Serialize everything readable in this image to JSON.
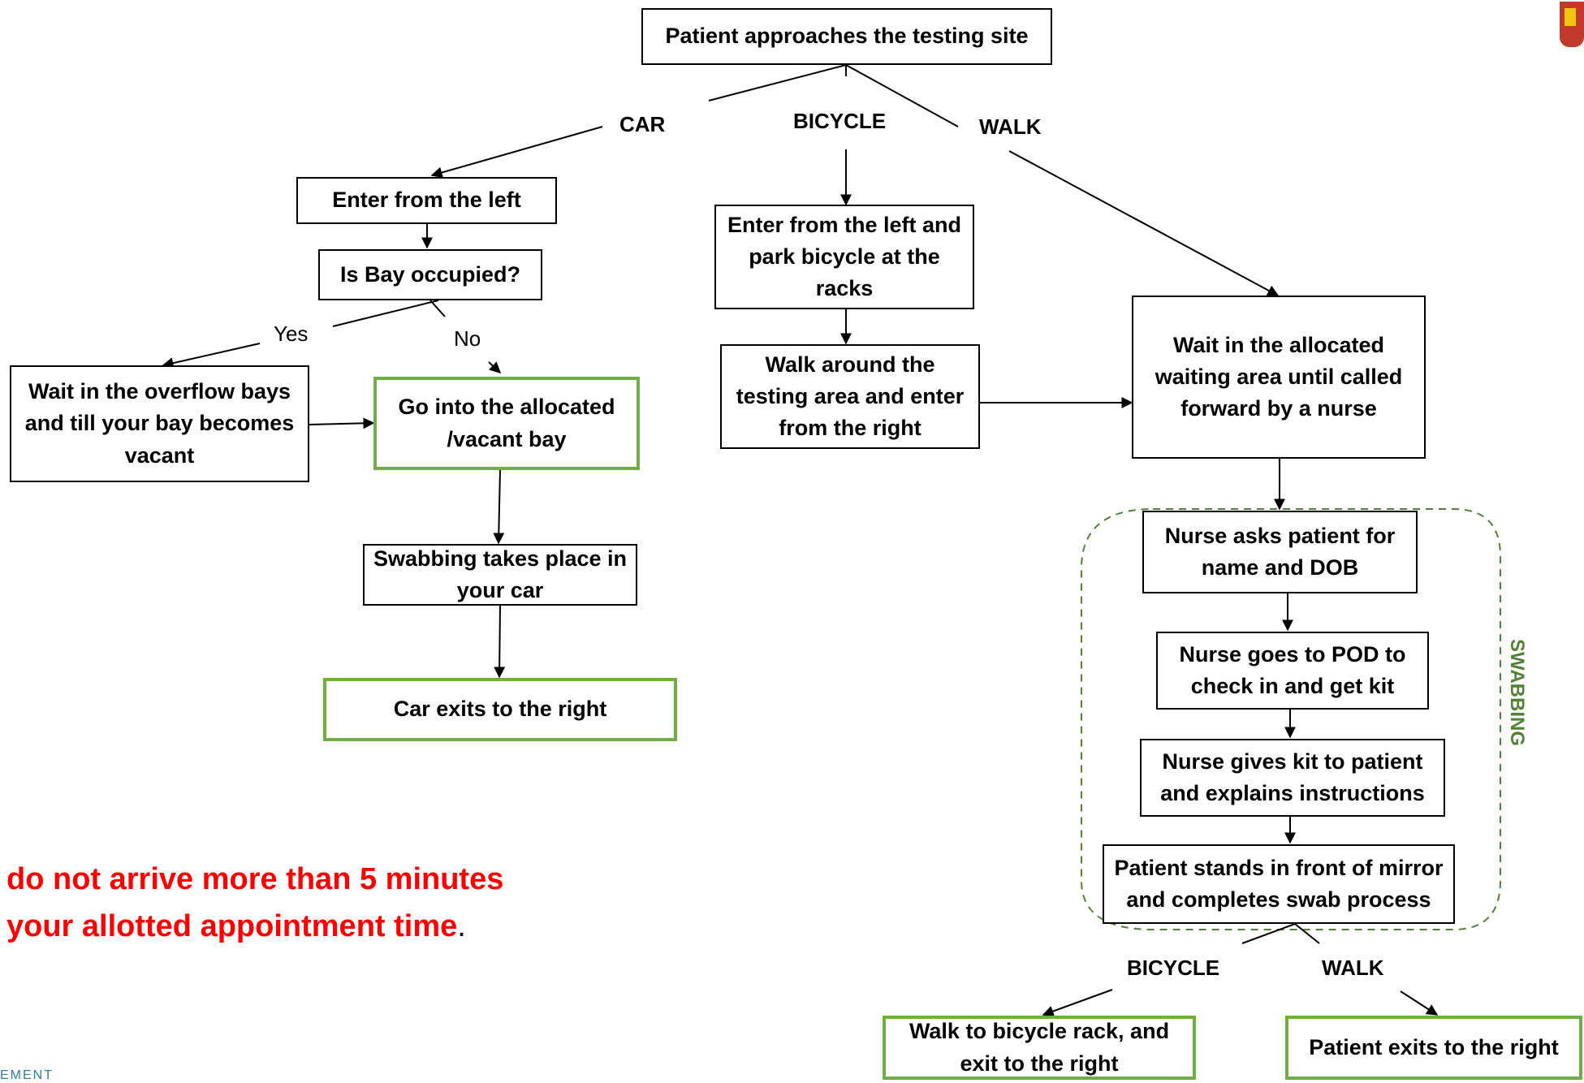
{
  "nodes": {
    "start": "Patient approaches the testing site",
    "car_enter": "Enter from the left",
    "bay_occupied": "Is Bay occupied?",
    "overflow": "Wait in the overflow bays and till your bay becomes vacant",
    "allocated_bay": "Go into the allocated /vacant bay",
    "swab_car": "Swabbing takes place in your car",
    "car_exit": "Car exits to the right",
    "bike_enter": "Enter from the left and park bicycle at the racks",
    "walk_around": "Walk around the testing area and enter from the right",
    "wait_area": "Wait in the allocated waiting area until called forward by a nurse",
    "nurse_asks": "Nurse asks patient for name and DOB",
    "nurse_pod": "Nurse goes to POD to check in and get kit",
    "nurse_kit": "Nurse gives kit to patient and explains instructions",
    "mirror": "Patient stands in front of mirror and completes swab process",
    "bike_exit": "Walk to bicycle rack, and exit to the right",
    "walk_exit": "Patient exits to the right"
  },
  "labels": {
    "car": "CAR",
    "bicycle": "BICYCLE",
    "walk": "WALK",
    "yes": "Yes",
    "no": "No",
    "bicycle_bottom": "BICYCLE",
    "walk_bottom": "WALK",
    "swabbing": "SWABBING"
  },
  "note": {
    "line1": "do not arrive more than 5 minutes",
    "line2": "your allotted appointment time",
    "line2_suffix": "."
  },
  "footer_word": "EMENT",
  "colors": {
    "green_border": "#70ad47",
    "swabbing_group": "#538135",
    "note_text": "#ff0000"
  }
}
